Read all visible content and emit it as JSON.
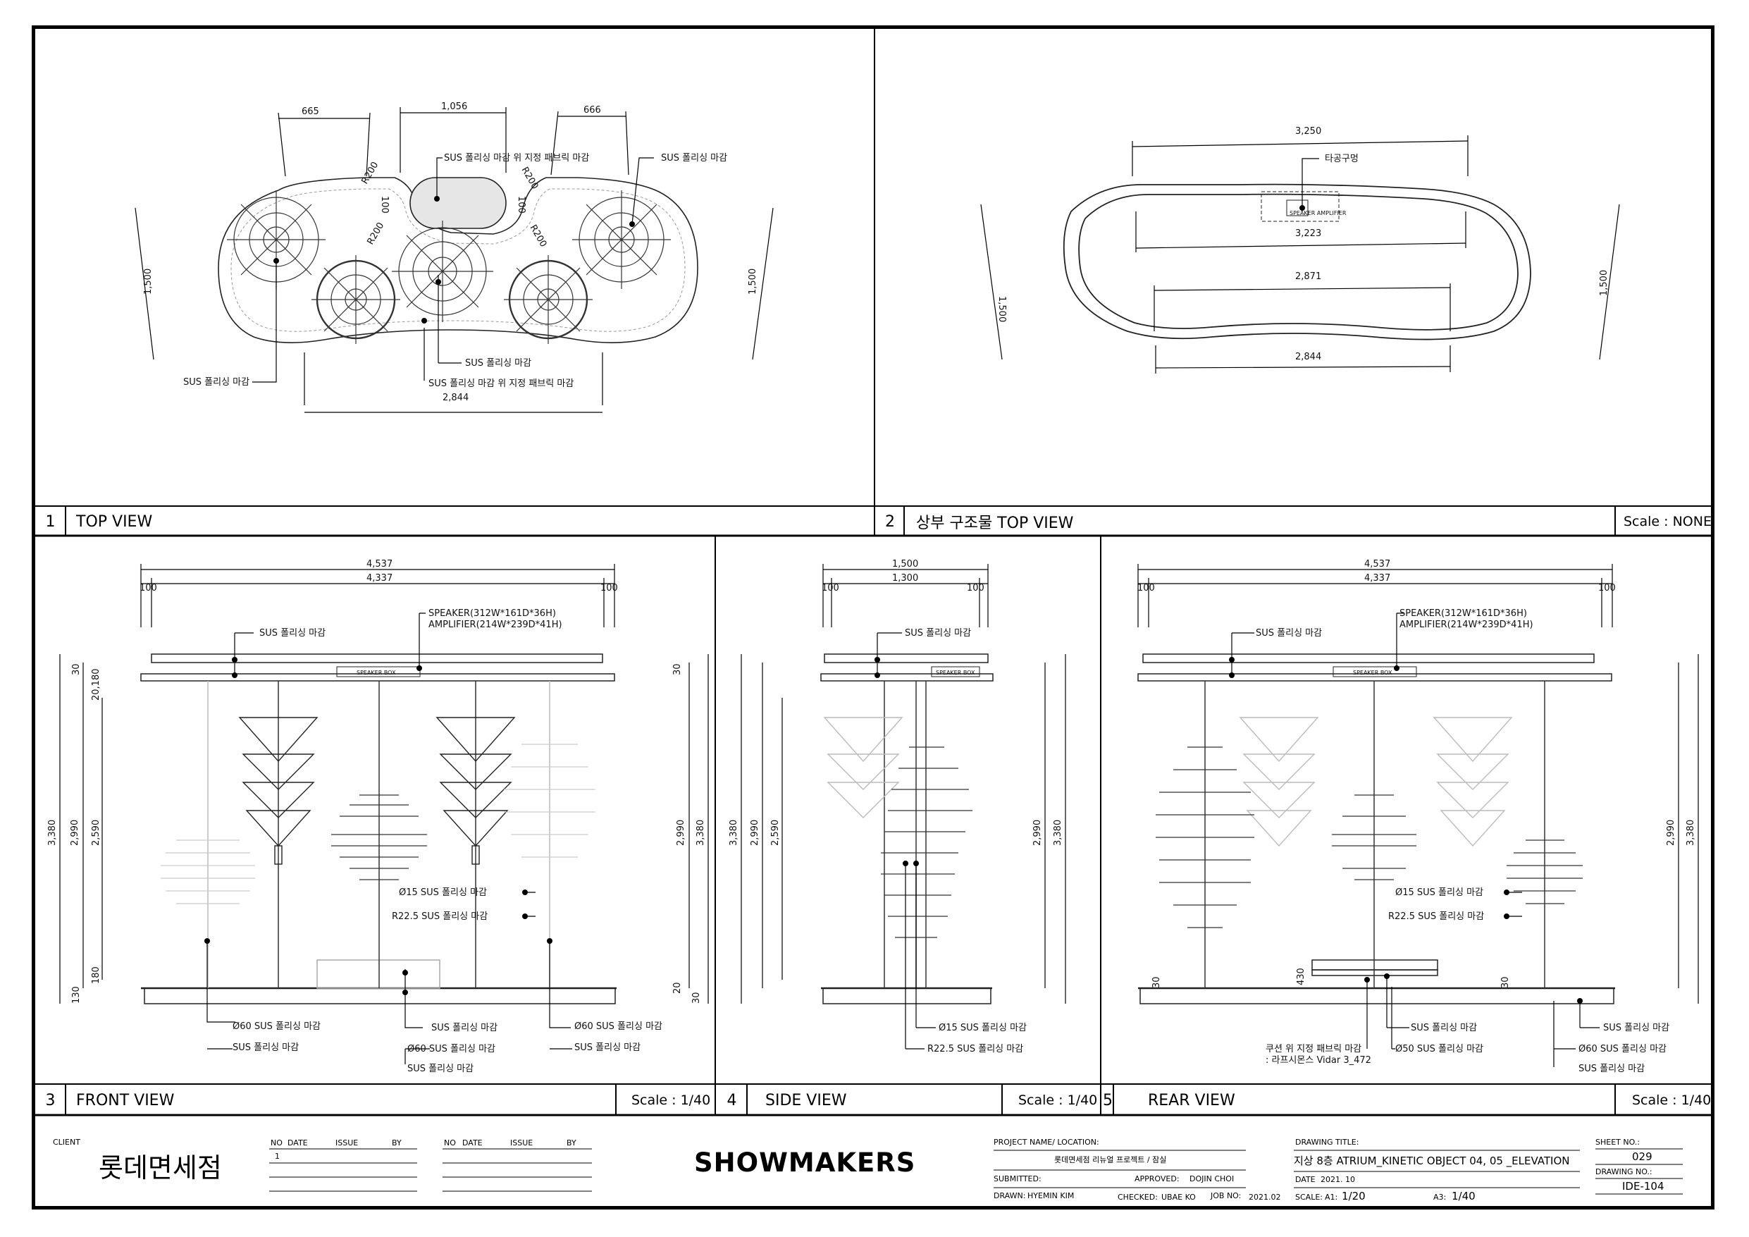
{
  "views": {
    "v1": {
      "num": "1",
      "title": "TOP VIEW"
    },
    "v2": {
      "num": "2",
      "title": "상부 구조물 TOP VIEW",
      "scale": "Scale : NONE"
    },
    "v3": {
      "num": "3",
      "title": "FRONT VIEW",
      "scale": "Scale : 1/40"
    },
    "v4": {
      "num": "4",
      "title": "SIDE VIEW",
      "scale": "Scale : 1/40"
    },
    "v5": {
      "num": "5",
      "title": "REAR VIEW",
      "scale": "Scale : 1/40"
    }
  },
  "top_view": {
    "dims": [
      "665",
      "1,056",
      "666",
      "1,500",
      "1,500",
      "2,844",
      "R200",
      "R200",
      "R200",
      "R200",
      "100",
      "100"
    ],
    "notes": [
      "SUS 폴리싱 마감 위 지정 패브릭 마감",
      "SUS 폴리싱 마감",
      "SUS 폴리싱 마감",
      "SUS 폴리싱 마감",
      "SUS 폴리싱 마감 위 지정 패브릭 마감"
    ]
  },
  "upper_top_view": {
    "dims": [
      "3,250",
      "3,223",
      "2,871",
      "2,844",
      "1,500",
      "1,500"
    ],
    "notes": [
      "타공구멍",
      "SPEAKER AMPLIFIER"
    ]
  },
  "front_view": {
    "dims": [
      "4,537",
      "4,337",
      "100",
      "100",
      "3,380",
      "2,990",
      "2,590",
      "2,990",
      "3,380",
      "30",
      "30",
      "20,180",
      "180",
      "20",
      "130",
      "30"
    ],
    "speaker_note": "SPEAKER(312W*161D*36H)",
    "amp_note": "AMPLIFIER(214W*239D*41H)",
    "box": "SPEAKER BOX",
    "notes": [
      "SUS 폴리싱 마감",
      "Ø15 SUS 폴리싱 마감",
      "R22.5 SUS 폴리싱 마감",
      "Ø60 SUS 폴리싱 마감",
      "SUS 폴리싱 마감",
      "SUS 폴리싱 마감",
      "Ø60 SUS 폴리싱 마감",
      "SUS 폴리싱 마감",
      "Ø60 SUS 폴리싱 마감",
      "SUS 폴리싱 마감"
    ]
  },
  "side_view": {
    "dims": [
      "1,500",
      "1,300",
      "100",
      "100",
      "3,380",
      "2,990",
      "2,590",
      "2,990",
      "3,380"
    ],
    "box": "SPEAKER BOX",
    "notes": [
      "SUS 폴리싱 마감",
      "Ø15 SUS 폴리싱 마감",
      "R22.5 SUS 폴리싱 마감"
    ]
  },
  "rear_view": {
    "dims": [
      "4,537",
      "4,337",
      "100",
      "100",
      "2,990",
      "3,380",
      "430",
      "30",
      "30"
    ],
    "speaker_note": "SPEAKER(312W*161D*36H)",
    "amp_note": "AMPLIFIER(214W*239D*41H)",
    "box": "SPEAKER BOX",
    "notes": [
      "SUS 폴리싱 마감",
      "Ø15 SUS 폴리싱 마감",
      "R22.5 SUS 폴리싱 마감",
      "SUS 폴리싱 마감",
      "Ø50 SUS 폴리싱 마감",
      "쿠션 위 지정 패브릭 마감",
      ": 라프시몬스 Vidar 3_472",
      "SUS 폴리싱 마감",
      "Ø60 SUS 폴리싱 마감",
      "SUS 폴리싱 마감"
    ]
  },
  "title_block": {
    "client_label": "CLIENT",
    "client": "롯데면세점",
    "rev_headers": [
      "NO",
      "DATE",
      "ISSUE",
      "BY"
    ],
    "rev_no": "1",
    "brand": "SHOWMAKERS",
    "project_label": "PROJECT NAME/ LOCATION:",
    "project": "롯데면세점 리뉴얼 프로젝트 / 잠실",
    "submitted_label": "SUBMITTED:",
    "approved_label": "APPROVED:",
    "approved": "DOJIN CHOI",
    "drawn_label": "DRAWN:",
    "drawn": "HYEMIN KIM",
    "checked_label": "CHECKED:",
    "checked": "UBAE KO",
    "job_label": "JOB NO:",
    "job": "2021.02",
    "drawing_title_label": "DRAWING TITLE:",
    "drawing_title": "지상 8층 ATRIUM_KINETIC OBJECT 04, 05 _ELEVATION",
    "date_label": "DATE",
    "date": "2021. 10",
    "scale_label": "SCALE:",
    "scale_a1_label": "A1:",
    "scale_a1": "1/20",
    "scale_a3_label": "A3:",
    "scale_a3": "1/40",
    "sheet_label": "SHEET NO.:",
    "sheet": "029",
    "drawing_no_label": "DRAWING NO.:",
    "drawing_no": "IDE-104"
  }
}
